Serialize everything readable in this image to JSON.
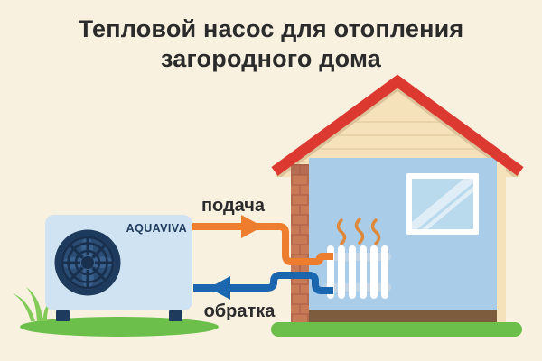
{
  "title": {
    "line1": "Тепловой насос для отопления",
    "line2": "загородного дома"
  },
  "diagram": {
    "pump_brand": "AQUAVIVA",
    "supply_label": "подача",
    "return_label": "обратка"
  },
  "colors": {
    "background": "#f8f1e0",
    "title_text": "#2b2b2b",
    "roof_red": "#dc3a31",
    "gable_tan": "#f5e2bb",
    "gable_shadow": "#dbc49c",
    "siding_line": "#e9d3a8",
    "wall_blue": "#a9cde8",
    "brick": "#c87a57",
    "brick_mortar": "#b2654a",
    "floor_brown": "#7d5c3e",
    "grass_green": "#6cbf4a",
    "grass_blade_green": "#83cb58",
    "pump_body_blue": "#cfe3f2",
    "fan_navy": "#1e3a5c",
    "fan_inner_navy": "#2b4c73",
    "supply_orange": "#ee7d2d",
    "heat_wave_orange": "#e0883a",
    "return_blue": "#1a67b0",
    "radiator_white": "#ffffff",
    "radiator_connector": "#c3d5e4",
    "window_glass": "#b9d9ec"
  }
}
